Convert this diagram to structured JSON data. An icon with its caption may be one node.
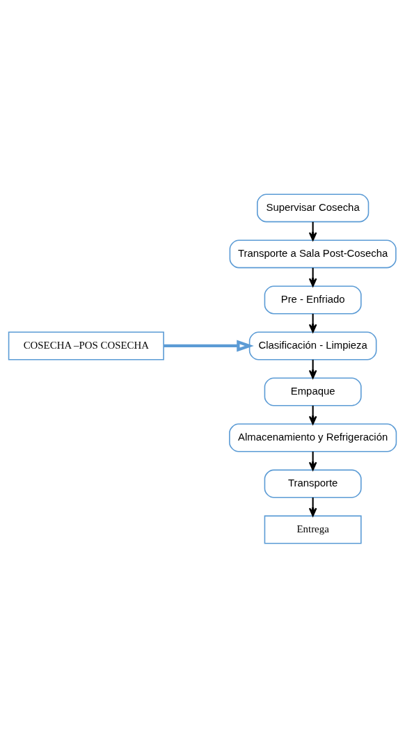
{
  "diagram": {
    "nodes": [
      {
        "text": [
          "COSECHA –POS COSECHA"
        ]
      },
      {
        "text": [
          "Supervisar Cosecha"
        ]
      },
      {
        "text": [
          "Transporte a Sala Post-Cosecha"
        ]
      },
      {
        "text": [
          "Pre - Enfriado"
        ]
      },
      {
        "text": [
          "Clasificación - Limpieza"
        ]
      },
      {
        "text": [
          "Empaque"
        ]
      },
      {
        "text": [
          "Almacenamiento y Refrigeración"
        ]
      },
      {
        "text": [
          "Transporte"
        ]
      },
      {
        "text": [
          "Entrega"
        ]
      }
    ],
    "edges": [
      {
        "from": 1,
        "to": 2,
        "arrow": "to"
      },
      {
        "from": 2,
        "to": 3,
        "arrow": "to"
      },
      {
        "from": 3,
        "to": 4,
        "arrow": "to"
      },
      {
        "from": 4,
        "to": 5,
        "arrow": "to"
      },
      {
        "from": 5,
        "to": 6,
        "arrow": "to"
      },
      {
        "from": 6,
        "to": 7,
        "arrow": "to"
      },
      {
        "from": 7,
        "to": 8,
        "arrow": "to"
      },
      {
        "from": 0,
        "to": 4,
        "arrow": "to",
        "style": "thick",
        "color": "#5b9bd5"
      }
    ]
  }
}
